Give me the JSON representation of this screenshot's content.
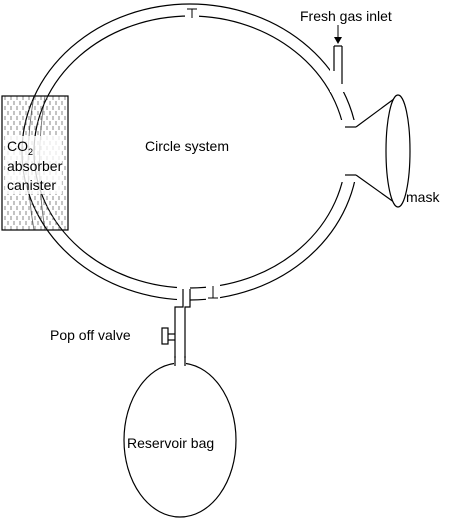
{
  "labels": {
    "fresh_gas_inlet": "Fresh gas inlet",
    "circle_system": "Circle system",
    "absorber_co": "CO",
    "absorber_sub": "2",
    "absorber_line2": "absorber",
    "absorber_line3": "canister",
    "mask": "mask",
    "pop_off_valve": "Pop off valve",
    "reservoir_bag": "Reservoir bag"
  },
  "colors": {
    "stroke": "#000000",
    "background": "#ffffff",
    "canister_fill": "#ffffff",
    "canister_hatch": "#555555"
  }
}
